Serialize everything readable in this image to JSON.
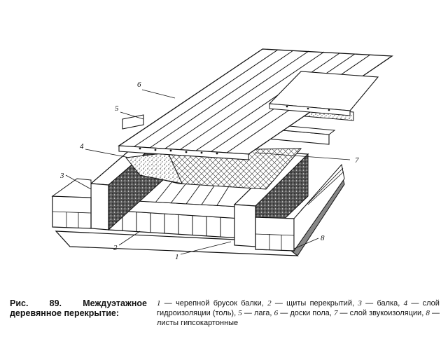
{
  "figure": {
    "callouts": [
      {
        "number": "1",
        "text": "черепной брусок балки"
      },
      {
        "number": "2",
        "text": "щиты перекрытий"
      },
      {
        "number": "3",
        "text": "балка"
      },
      {
        "number": "4",
        "text": "слой гидроизоляции (толь)"
      },
      {
        "number": "5",
        "text": "лага"
      },
      {
        "number": "6",
        "text": "доски пола"
      },
      {
        "number": "7",
        "text": "слой звукоизоляции"
      },
      {
        "number": "8",
        "text": "листы гипсокартонные"
      }
    ]
  },
  "caption": {
    "title": "Рис. 89. Междуэтажное деревянное перекрытие:",
    "legend": [
      {
        "number": "1",
        "separator": " — ",
        "text": "черепной брусок балки",
        "trail": ", "
      },
      {
        "number": "2",
        "separator": " — ",
        "text": "щиты перекрытий",
        "trail": ", "
      },
      {
        "number": "3",
        "separator": " — ",
        "text": "балка",
        "trail": ", "
      },
      {
        "number": "4",
        "separator": " — ",
        "text": "слой гидроизоляции (толь)",
        "trail": ", "
      },
      {
        "number": "5",
        "separator": " — ",
        "text": "лага",
        "trail": ", "
      },
      {
        "number": "6",
        "separator": " — ",
        "text": "доски пола",
        "trail": ", "
      },
      {
        "number": "7",
        "separator": " — ",
        "text": "слой звукоизоляции",
        "trail": ", "
      },
      {
        "number": "8",
        "separator": " — ",
        "text": "листы гипсокартонные",
        "trail": ""
      }
    ]
  }
}
